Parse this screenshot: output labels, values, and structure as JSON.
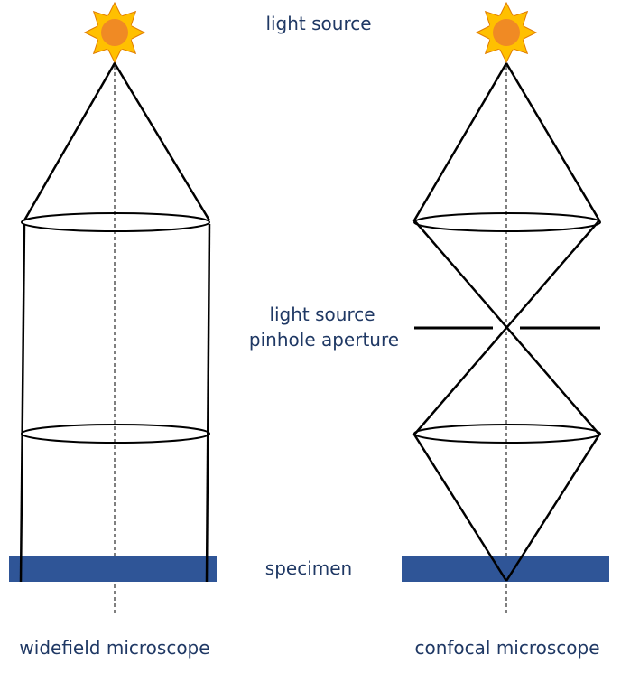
{
  "labels": {
    "light_source": "light source",
    "pinhole_line1": "light source",
    "pinhole_line2": "pinhole aperture",
    "specimen": "specimen",
    "widefield": "widefield microscope",
    "confocal": "confocal microscope"
  },
  "colors": {
    "text": "#1f3864",
    "specimen_fill": "#2f5597",
    "line": "#000000",
    "sun_core": "#f08a24",
    "sun_rays": "#ffc000",
    "sun_ray_edge": "#e07b00"
  },
  "icons": {
    "light_source": "sun-icon"
  }
}
